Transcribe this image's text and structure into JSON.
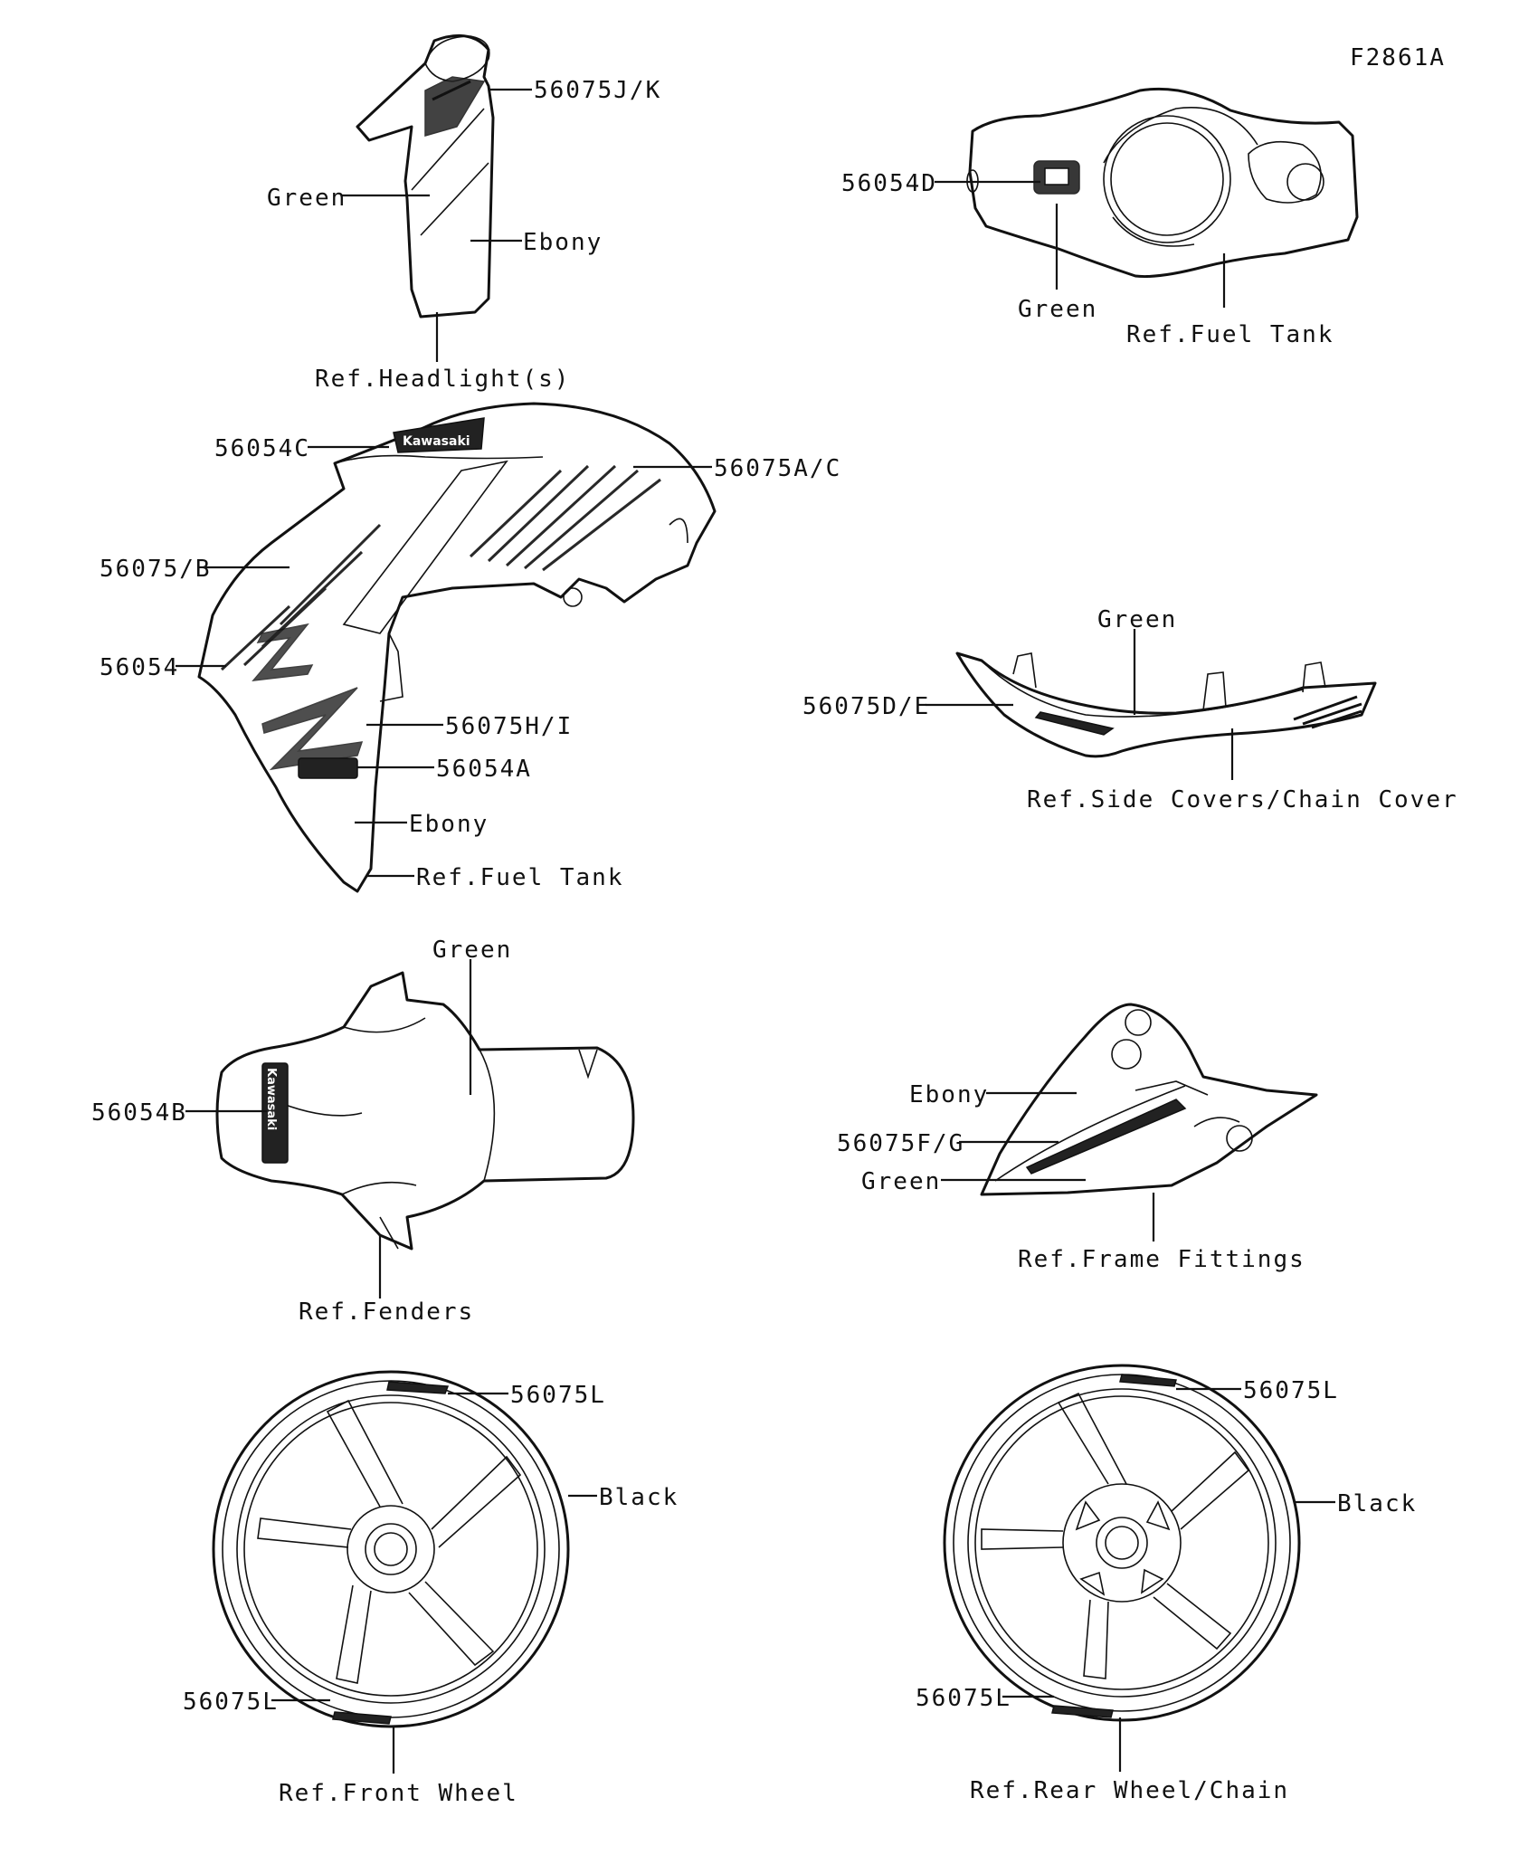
{
  "figure_code": "F2861A",
  "headlight_cover": {
    "part": "56075J/K",
    "color_left": "Green",
    "color_right": "Ebony",
    "ref": "Ref.Headlight(s)"
  },
  "fuel_tank_top": {
    "part": "56054D",
    "color": "Green",
    "ref": "Ref.Fuel Tank"
  },
  "tank_shroud": {
    "parts": [
      "56054C",
      "56075A/C",
      "56075/B",
      "56054",
      "56075H/I",
      "56054A"
    ],
    "color": "Ebony",
    "ref": "Ref.Fuel Tank",
    "logo_text": "Kawasaki"
  },
  "side_cover": {
    "part": "56075D/E",
    "color": "Green",
    "ref": "Ref.Side Covers/Chain Cover"
  },
  "front_fender": {
    "part": "56054B",
    "color": "Green",
    "ref": "Ref.Fenders",
    "logo_text": "Kawasaki"
  },
  "frame_cover": {
    "part": "56075F/G",
    "color_top": "Ebony",
    "color_bottom": "Green",
    "ref": "Ref.Frame Fittings"
  },
  "front_wheel": {
    "part_top": "56075L",
    "part_bottom": "56075L",
    "color": "Black",
    "ref": "Ref.Front Wheel"
  },
  "rear_wheel": {
    "part_top": "56075L",
    "part_bottom": "56075L",
    "color": "Black",
    "ref": "Ref.Rear Wheel/Chain"
  }
}
